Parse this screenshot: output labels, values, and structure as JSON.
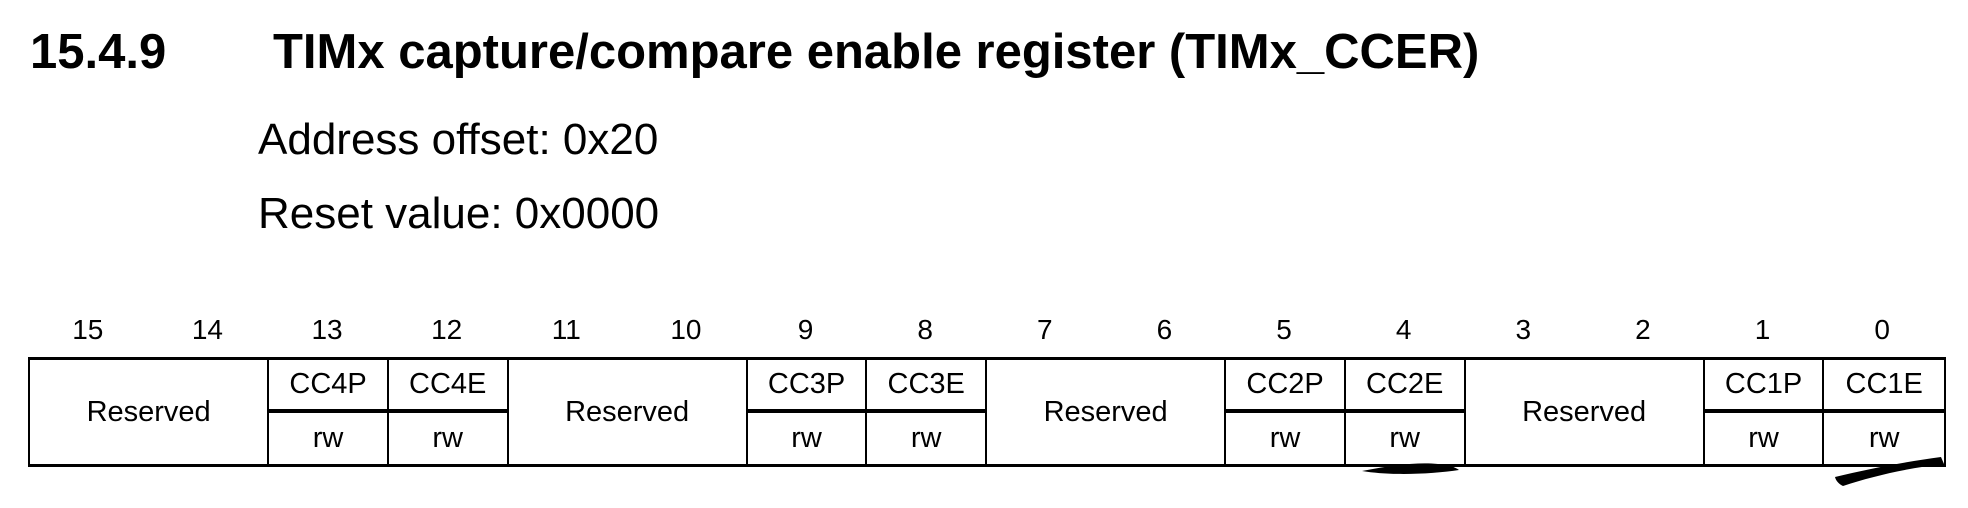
{
  "heading": {
    "section": "15.4.9",
    "title": "TIMx capture/compare enable register (TIMx_CCER)"
  },
  "meta": {
    "address_offset": "Address offset: 0x20",
    "reset_value": "Reset value: 0x0000"
  },
  "register_table": {
    "bit_numbers": [
      "15",
      "14",
      "13",
      "12",
      "11",
      "10",
      "9",
      "8",
      "7",
      "6",
      "5",
      "4",
      "3",
      "2",
      "1",
      "0"
    ],
    "fields": [
      {
        "bits": "15:14",
        "name": "Reserved",
        "reserved": true
      },
      {
        "bits": "13",
        "name": "CC4P",
        "access": "rw"
      },
      {
        "bits": "12",
        "name": "CC4E",
        "access": "rw"
      },
      {
        "bits": "11:10",
        "name": "Reserved",
        "reserved": true
      },
      {
        "bits": "9",
        "name": "CC3P",
        "access": "rw"
      },
      {
        "bits": "8",
        "name": "CC3E",
        "access": "rw"
      },
      {
        "bits": "7:6",
        "name": "Reserved",
        "reserved": true
      },
      {
        "bits": "5",
        "name": "CC2P",
        "access": "rw"
      },
      {
        "bits": "4",
        "name": "CC2E",
        "access": "rw",
        "pen_underlined": true
      },
      {
        "bits": "3:2",
        "name": "Reserved",
        "reserved": true
      },
      {
        "bits": "1",
        "name": "CC1P",
        "access": "rw"
      },
      {
        "bits": "0",
        "name": "CC1E",
        "access": "rw",
        "pen_underlined": true
      }
    ]
  },
  "annotations": {
    "color": "#000000",
    "pen_marks": [
      {
        "target": "CC2E rw cell",
        "style": "flat underline stroke"
      },
      {
        "target": "CC1E rw cell",
        "style": "slanted underline stroke"
      }
    ]
  },
  "colors": {
    "text": "#000000",
    "background": "#ffffff",
    "table_border": "#000000"
  }
}
